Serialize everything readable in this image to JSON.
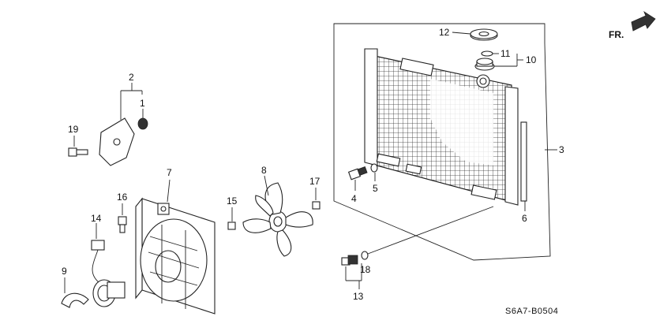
{
  "diagram": {
    "direction_badge": "FR.",
    "diagram_code": "S6A7-B0504",
    "callouts": [
      {
        "id": "c1",
        "num": "1"
      },
      {
        "id": "c2",
        "num": "2"
      },
      {
        "id": "c3",
        "num": "3"
      },
      {
        "id": "c4",
        "num": "4"
      },
      {
        "id": "c5",
        "num": "5"
      },
      {
        "id": "c6",
        "num": "6"
      },
      {
        "id": "c7",
        "num": "7"
      },
      {
        "id": "c8",
        "num": "8"
      },
      {
        "id": "c9",
        "num": "9"
      },
      {
        "id": "c10",
        "num": "10"
      },
      {
        "id": "c11",
        "num": "11"
      },
      {
        "id": "c12",
        "num": "12"
      },
      {
        "id": "c13",
        "num": "13"
      },
      {
        "id": "c14",
        "num": "14"
      },
      {
        "id": "c15",
        "num": "15"
      },
      {
        "id": "c16",
        "num": "16"
      },
      {
        "id": "c17",
        "num": "17"
      },
      {
        "id": "c18",
        "num": "18"
      },
      {
        "id": "c19",
        "num": "19"
      }
    ]
  }
}
